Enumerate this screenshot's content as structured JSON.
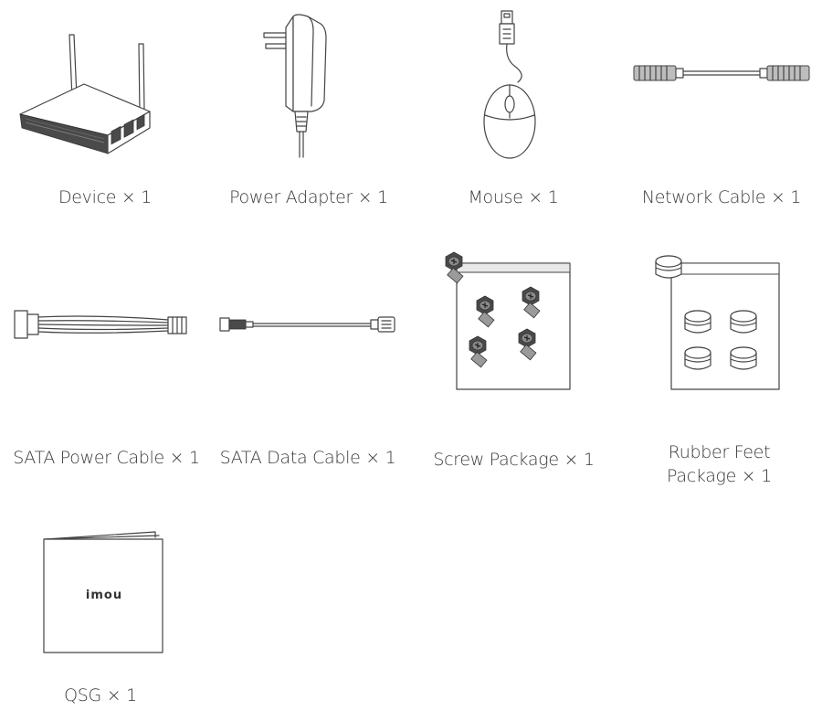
{
  "items": [
    {
      "id": "device",
      "label": "Device × 1",
      "icon": "nvr-device-icon"
    },
    {
      "id": "power-adapter",
      "label": "Power Adapter × 1",
      "icon": "power-adapter-icon"
    },
    {
      "id": "mouse",
      "label": "Mouse × 1",
      "icon": "mouse-icon"
    },
    {
      "id": "network-cable",
      "label": "Network Cable × 1",
      "icon": "network-cable-icon"
    },
    {
      "id": "sata-power-cable",
      "label": "SATA Power Cable × 1",
      "icon": "sata-power-cable-icon"
    },
    {
      "id": "sata-data-cable",
      "label": "SATA Data Cable × 1",
      "icon": "sata-data-cable-icon"
    },
    {
      "id": "screw-package",
      "label": "Screw Package × 1",
      "icon": "screw-package-icon"
    },
    {
      "id": "rubber-feet-package",
      "label_line1": "Rubber Feet",
      "label_line2": "Package × 1",
      "icon": "rubber-feet-package-icon"
    },
    {
      "id": "qsg",
      "label": "QSG × 1",
      "icon": "quick-start-guide-icon",
      "brand": "imou"
    }
  ]
}
